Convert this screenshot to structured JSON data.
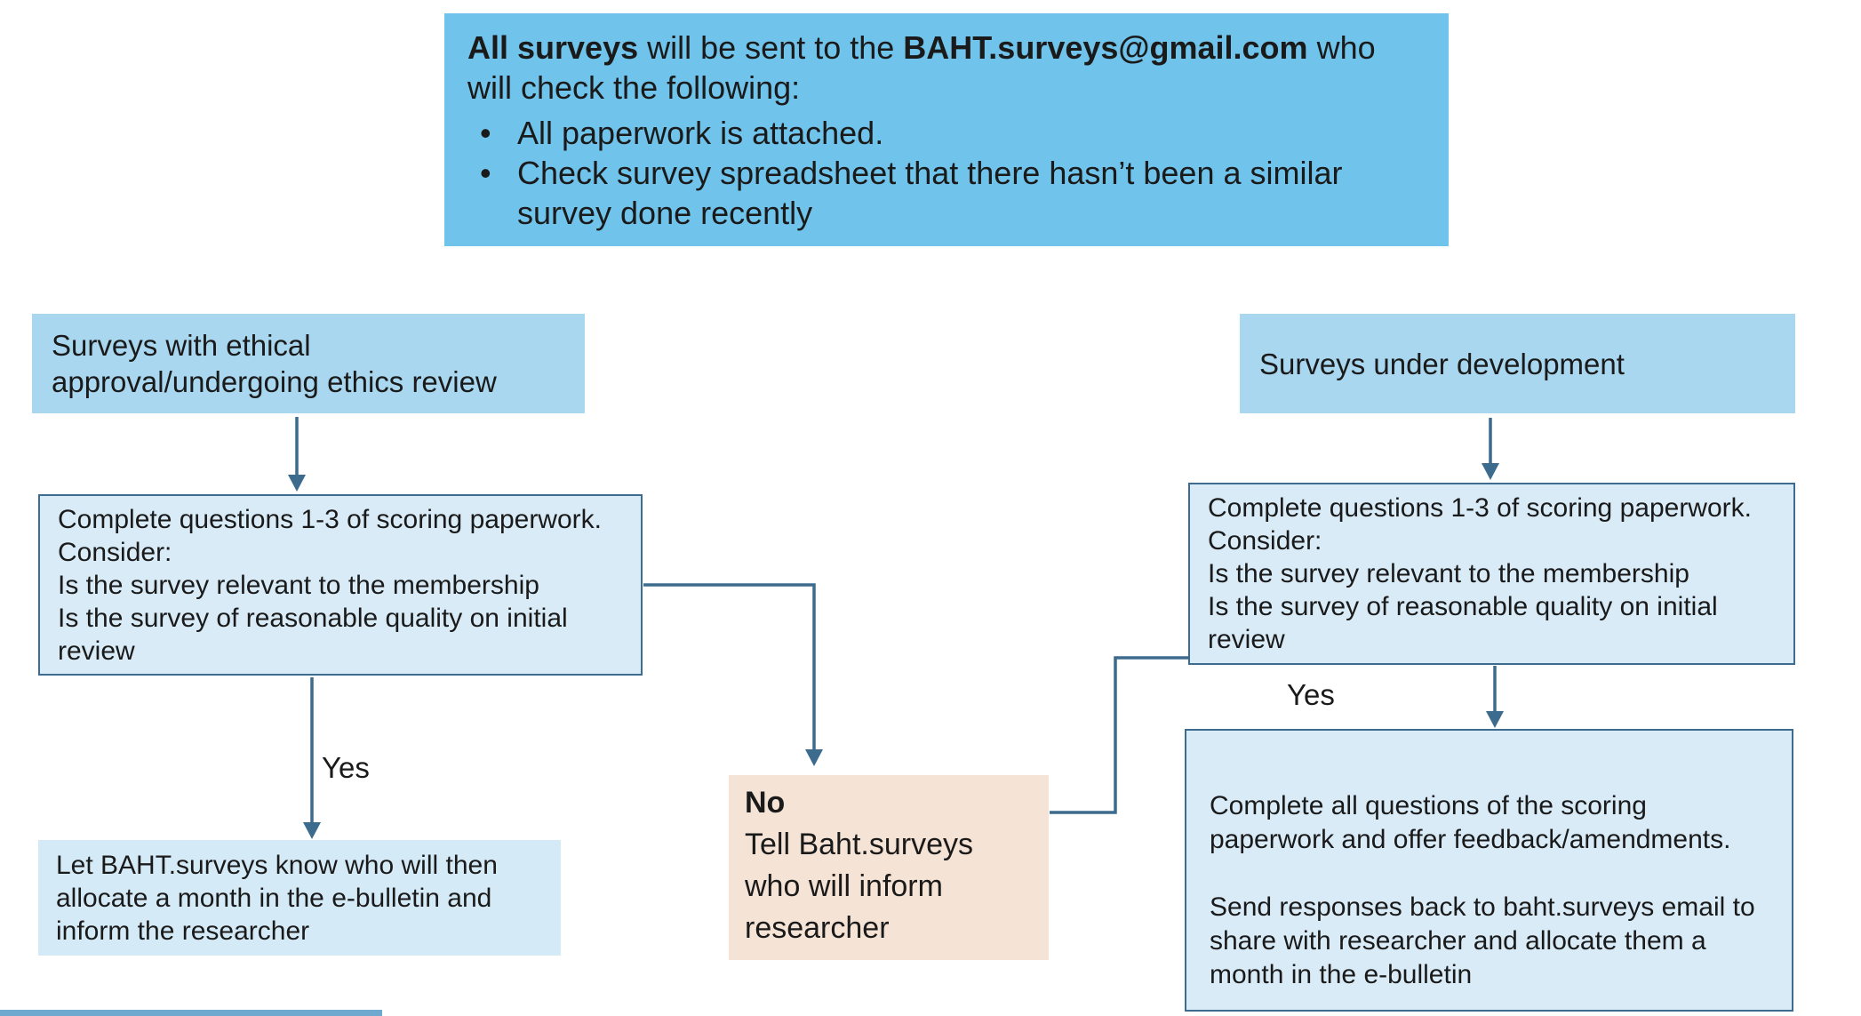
{
  "colors": {
    "top_box_bg": "#70C3EA",
    "header_box_bg": "#A9D7EF",
    "process_box_bg": "#D8EBF7",
    "process_box_border": "#3D6C90",
    "plain_box_bg": "#D5EAF7",
    "no_box_bg": "#F5E3D6",
    "connector": "#3C6B8E",
    "cutoff_edge": "#6FA9CF",
    "text": "#1A1A1A"
  },
  "bullet_char": "•",
  "top_note": {
    "segments": [
      {
        "text": "All surveys",
        "bold": true
      },
      {
        "text": " will be sent to the ",
        "bold": false
      },
      {
        "text": "BAHT.surveys@gmail.com",
        "bold": true
      },
      {
        "text": " who\nwill check the following:",
        "bold": false
      }
    ],
    "bullets": [
      "All paperwork is attached.",
      "Check survey spreadsheet that there hasn’t been a similar\nsurvey done recently"
    ]
  },
  "left_branch": {
    "header": "Surveys with ethical\napproval/undergoing ethics review",
    "process": "Complete questions 1-3 of scoring paperwork.\nConsider:\nIs the survey relevant to the membership\nIs the survey of reasonable quality on initial\nreview",
    "yes_label": "Yes",
    "outcome": "Let BAHT.surveys know who will then\nallocate a month in the e-bulletin and\ninform the researcher"
  },
  "right_branch": {
    "header": "Surveys under development",
    "process": "Complete questions 1-3 of scoring paperwork.\nConsider:\nIs the survey relevant to the membership\nIs the survey of reasonable quality on initial\nreview",
    "yes_label": "Yes",
    "outcome": "Complete all questions of the scoring\npaperwork and offer feedback/amendments.\n\nSend responses back to baht.surveys email to\nshare with researcher and allocate them a\nmonth in the e-bulletin"
  },
  "no_box": {
    "label": "No",
    "body": "Tell Baht.surveys\nwho will inform\nresearcher"
  }
}
